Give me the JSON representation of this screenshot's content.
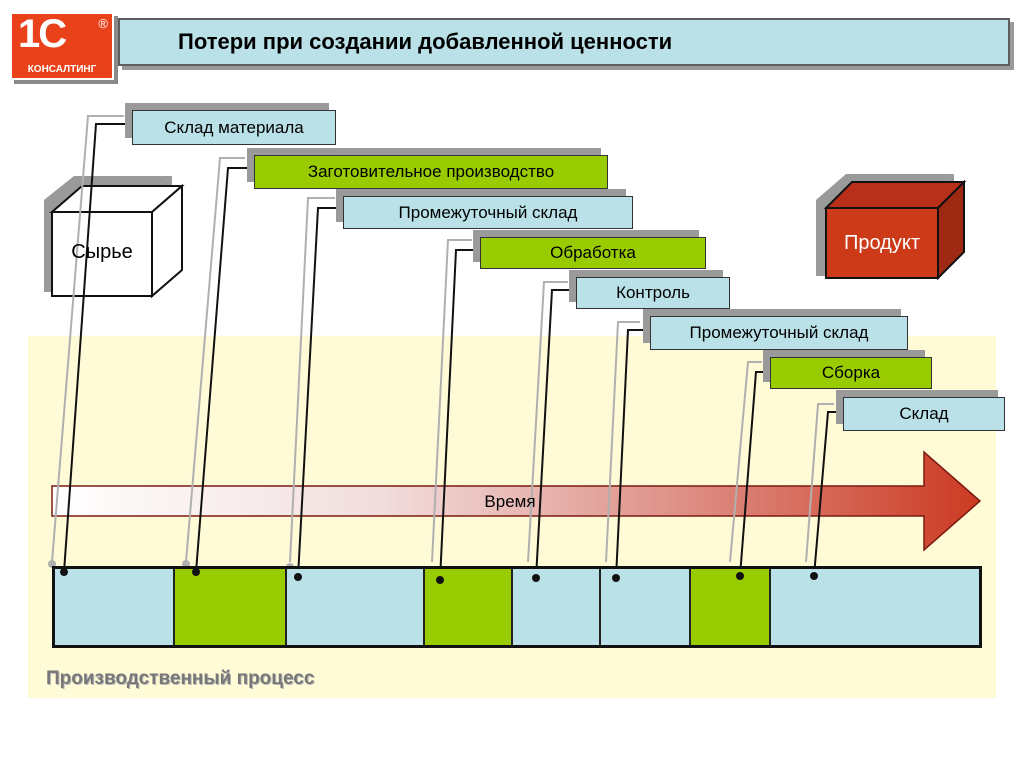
{
  "title": "Потери при создании добавленной ценности",
  "logo": {
    "main": "1С",
    "sub": "КОНСАЛТИНГ",
    "reg": "®"
  },
  "raw_material": "Сырье",
  "product": "Продукт",
  "time_label": "Время",
  "process_label": "Производственный процесс",
  "colors": {
    "light": "#b9e1e7",
    "green": "#99cc00",
    "product": "#cc3a18",
    "area": "#fffbd6",
    "logo": "#e9421b"
  },
  "steps": [
    {
      "label": "Склад материала",
      "kind": "light"
    },
    {
      "label": "Заготовительное производство",
      "kind": "green"
    },
    {
      "label": "Промежуточный склад",
      "kind": "light"
    },
    {
      "label": "Обработка",
      "kind": "green"
    },
    {
      "label": "Контроль",
      "kind": "light"
    },
    {
      "label": "Промежуточный склад",
      "kind": "light"
    },
    {
      "label": "Сборка",
      "kind": "green"
    },
    {
      "label": "Склад",
      "kind": "light"
    }
  ]
}
